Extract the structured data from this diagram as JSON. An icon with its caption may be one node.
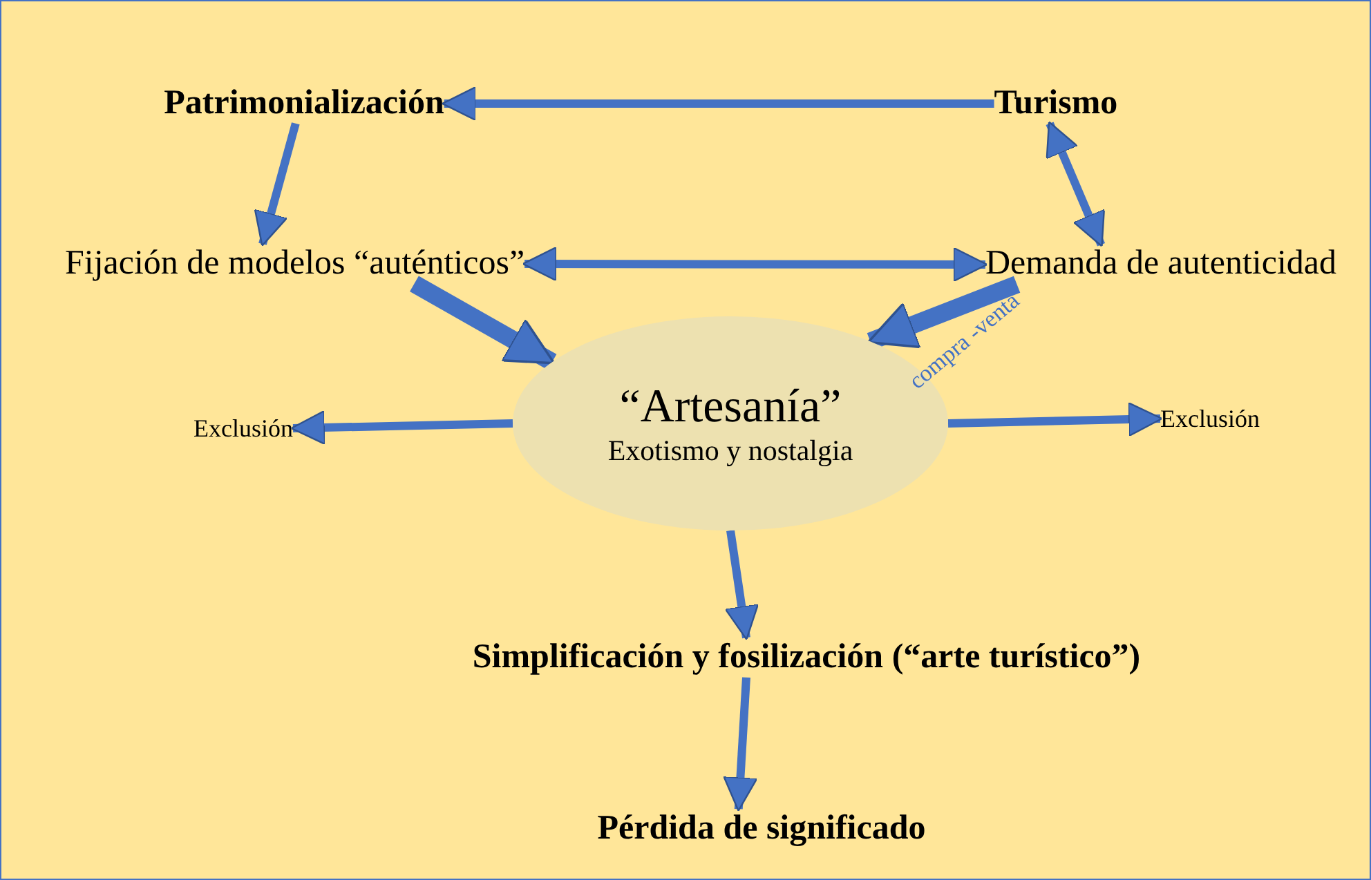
{
  "diagram": {
    "nodes": [
      {
        "text": [
          "Patrimonialización"
        ]
      },
      {
        "text": [
          "Turismo"
        ]
      },
      {
        "text": [
          "Fijación de modelos “auténticos”"
        ]
      },
      {
        "text": [
          "Demanda de autenticidad"
        ]
      },
      {
        "text": [
          "“Artesanía”",
          "Exotismo y nostalgia"
        ]
      },
      {
        "text": [
          "Exclusión"
        ]
      },
      {
        "text": [
          "Exclusión"
        ]
      },
      {
        "text": [
          "Simplificación y fosilización (“arte turístico”)"
        ]
      },
      {
        "text": [
          "Pérdida de significado"
        ]
      }
    ],
    "edges": [
      {
        "from": 1,
        "to": 0,
        "arrow": "to"
      },
      {
        "from": 0,
        "to": 2,
        "arrow": "to"
      },
      {
        "from": 1,
        "to": 3,
        "arrow": "both"
      },
      {
        "from": 2,
        "to": 3,
        "arrow": "both"
      },
      {
        "from": 2,
        "to": 4,
        "arrow": "to",
        "style": "thick"
      },
      {
        "from": 3,
        "to": 4,
        "arrow": "to",
        "style": "thick",
        "label": "compra -venta"
      },
      {
        "from": 4,
        "to": 5,
        "arrow": "to"
      },
      {
        "from": 4,
        "to": 6,
        "arrow": "to"
      },
      {
        "from": 4,
        "to": 7,
        "arrow": "to"
      },
      {
        "from": 7,
        "to": 8,
        "arrow": "to"
      }
    ]
  }
}
